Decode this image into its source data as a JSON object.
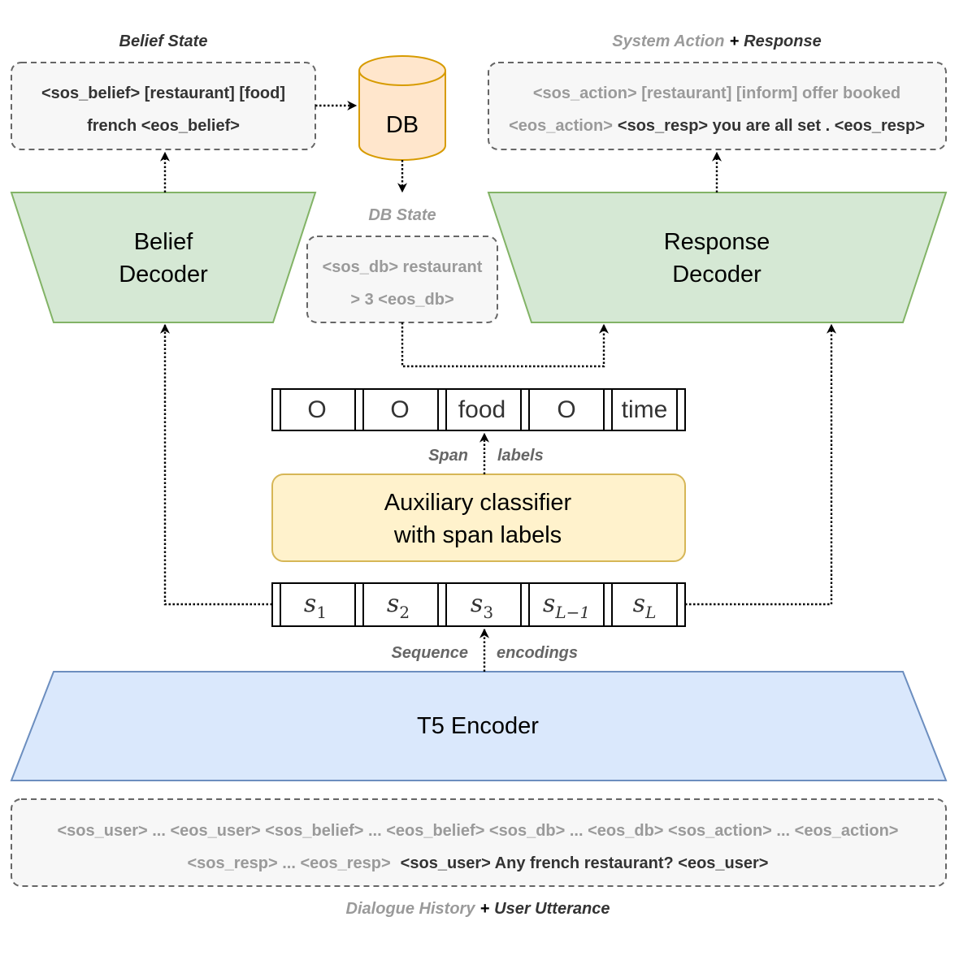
{
  "colors": {
    "decoder_fill": "#d5e8d4",
    "decoder_stroke": "#82b366",
    "encoder_fill": "#dae8fc",
    "encoder_stroke": "#6c8ebf",
    "db_fill": "#ffe6cc",
    "db_stroke": "#d79b00",
    "classifier_fill": "#fff2cc",
    "classifier_stroke": "#d6b656"
  },
  "belief_state": {
    "title": "Belief State",
    "line1": "<sos_belief> [restaurant] [food]",
    "line2": "french <eos_belief>"
  },
  "db": {
    "label": "DB"
  },
  "db_state": {
    "title": "DB State",
    "line1": "<sos_db> restaurant",
    "line2": "> 3 <eos_db>"
  },
  "system_output": {
    "title_part1": "System Action",
    "title_plus": "+",
    "title_part2": "Response",
    "line1": "<sos_action> [restaurant] [inform] offer booked",
    "line2_grey": "<eos_action>",
    "line2_dark": "<sos_resp> you are all set . <eos_resp>"
  },
  "belief_decoder": {
    "line1": "Belief",
    "line2": "Decoder"
  },
  "response_decoder": {
    "line1": "Response",
    "line2": "Decoder"
  },
  "span_cells": [
    "O",
    "O",
    "food",
    "O",
    "time"
  ],
  "span_caption": {
    "left": "Span",
    "right": "labels"
  },
  "classifier": {
    "line1": "Auxiliary classifier",
    "line2": "with span labels"
  },
  "sequence_cells": [
    {
      "base": "s",
      "sub": "1"
    },
    {
      "base": "s",
      "sub": "2"
    },
    {
      "base": "s",
      "sub": "3"
    },
    {
      "base": "s",
      "sub": "L−1"
    },
    {
      "base": "s",
      "sub": "L"
    }
  ],
  "sequence_caption": {
    "left": "Sequence",
    "right": "encodings"
  },
  "encoder": {
    "label": "T5 Encoder"
  },
  "input": {
    "line1": "<sos_user> ... <eos_user> <sos_belief> ... <eos_belief> <sos_db> ... <eos_db> <sos_action> ... <eos_action>",
    "line2_grey": "<sos_resp> ... <eos_resp>",
    "line2_dark": "<sos_user> Any french restaurant? <eos_user>",
    "title_part1": "Dialogue History",
    "title_plus": "+",
    "title_part2": "User Utterance"
  }
}
